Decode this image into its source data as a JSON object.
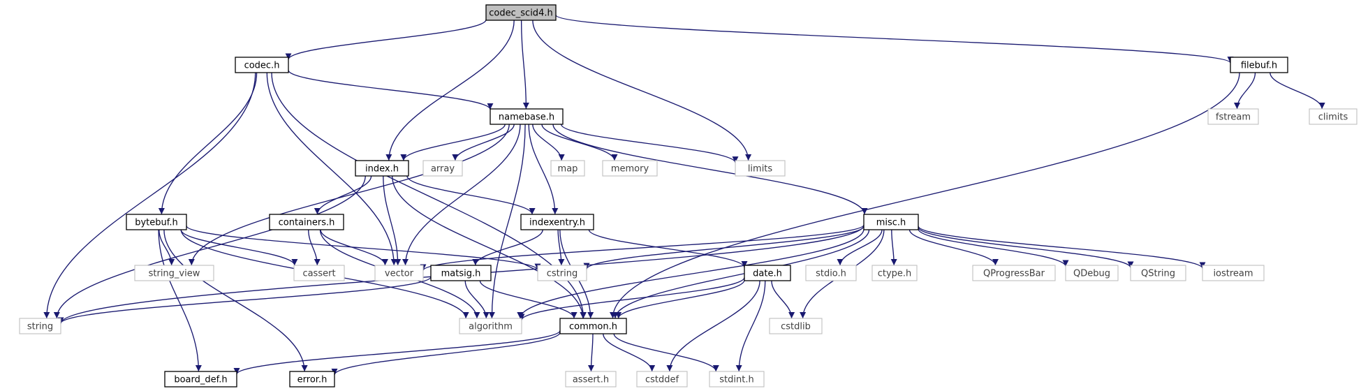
{
  "nodes": [
    {
      "id": "codec_scid4",
      "label": "codec_scid4.h",
      "kind": "root"
    },
    {
      "id": "codec",
      "label": "codec.h",
      "kind": "doc"
    },
    {
      "id": "filebuf",
      "label": "filebuf.h",
      "kind": "doc"
    },
    {
      "id": "namebase",
      "label": "namebase.h",
      "kind": "doc"
    },
    {
      "id": "fstream",
      "label": "fstream",
      "kind": "ext"
    },
    {
      "id": "climits",
      "label": "climits",
      "kind": "ext"
    },
    {
      "id": "index",
      "label": "index.h",
      "kind": "doc"
    },
    {
      "id": "array",
      "label": "array",
      "kind": "ext"
    },
    {
      "id": "map",
      "label": "map",
      "kind": "ext"
    },
    {
      "id": "memory",
      "label": "memory",
      "kind": "ext"
    },
    {
      "id": "limits",
      "label": "limits",
      "kind": "ext"
    },
    {
      "id": "bytebuf",
      "label": "bytebuf.h",
      "kind": "doc"
    },
    {
      "id": "containers",
      "label": "containers.h",
      "kind": "doc"
    },
    {
      "id": "indexentry",
      "label": "indexentry.h",
      "kind": "doc"
    },
    {
      "id": "misc",
      "label": "misc.h",
      "kind": "doc"
    },
    {
      "id": "string_view",
      "label": "string_view",
      "kind": "ext"
    },
    {
      "id": "cassert",
      "label": "cassert",
      "kind": "ext"
    },
    {
      "id": "vector",
      "label": "vector",
      "kind": "ext"
    },
    {
      "id": "matsig",
      "label": "matsig.h",
      "kind": "doc"
    },
    {
      "id": "cstring",
      "label": "cstring",
      "kind": "ext"
    },
    {
      "id": "date",
      "label": "date.h",
      "kind": "doc"
    },
    {
      "id": "stdio",
      "label": "stdio.h",
      "kind": "ext"
    },
    {
      "id": "ctype",
      "label": "ctype.h",
      "kind": "ext"
    },
    {
      "id": "qprogressbar",
      "label": "QProgressBar",
      "kind": "ext"
    },
    {
      "id": "qdebug",
      "label": "QDebug",
      "kind": "ext"
    },
    {
      "id": "qstring",
      "label": "QString",
      "kind": "ext"
    },
    {
      "id": "iostream",
      "label": "iostream",
      "kind": "ext"
    },
    {
      "id": "string",
      "label": "string",
      "kind": "ext"
    },
    {
      "id": "algorithm",
      "label": "algorithm",
      "kind": "ext"
    },
    {
      "id": "common",
      "label": "common.h",
      "kind": "doc"
    },
    {
      "id": "cstdlib",
      "label": "cstdlib",
      "kind": "ext"
    },
    {
      "id": "board_def",
      "label": "board_def.h",
      "kind": "doc"
    },
    {
      "id": "error",
      "label": "error.h",
      "kind": "doc"
    },
    {
      "id": "assert",
      "label": "assert.h",
      "kind": "ext"
    },
    {
      "id": "cstddef",
      "label": "cstddef",
      "kind": "ext"
    },
    {
      "id": "stdint",
      "label": "stdint.h",
      "kind": "ext"
    }
  ],
  "edges": [
    [
      "codec_scid4",
      "codec"
    ],
    [
      "codec_scid4",
      "index"
    ],
    [
      "codec_scid4",
      "namebase"
    ],
    [
      "codec_scid4",
      "limits"
    ],
    [
      "codec_scid4",
      "filebuf"
    ],
    [
      "filebuf",
      "fstream"
    ],
    [
      "filebuf",
      "climits"
    ],
    [
      "filebuf",
      "common"
    ],
    [
      "codec",
      "string"
    ],
    [
      "codec",
      "bytebuf"
    ],
    [
      "codec",
      "common"
    ],
    [
      "codec",
      "vector"
    ],
    [
      "codec",
      "namebase"
    ],
    [
      "namebase",
      "string_view"
    ],
    [
      "namebase",
      "index"
    ],
    [
      "namebase",
      "array"
    ],
    [
      "namebase",
      "vector"
    ],
    [
      "namebase",
      "indexentry"
    ],
    [
      "namebase",
      "map"
    ],
    [
      "namebase",
      "memory"
    ],
    [
      "namebase",
      "limits"
    ],
    [
      "namebase",
      "misc"
    ],
    [
      "namebase",
      "algorithm"
    ],
    [
      "index",
      "string"
    ],
    [
      "index",
      "containers"
    ],
    [
      "index",
      "vector"
    ],
    [
      "index",
      "indexentry"
    ],
    [
      "index",
      "common"
    ],
    [
      "bytebuf",
      "string_view"
    ],
    [
      "bytebuf",
      "cassert"
    ],
    [
      "bytebuf",
      "cstring"
    ],
    [
      "bytebuf",
      "board_def"
    ],
    [
      "bytebuf",
      "algorithm"
    ],
    [
      "bytebuf",
      "error"
    ],
    [
      "containers",
      "cassert"
    ],
    [
      "containers",
      "vector"
    ],
    [
      "containers",
      "algorithm"
    ],
    [
      "indexentry",
      "matsig"
    ],
    [
      "indexentry",
      "cstring"
    ],
    [
      "indexentry",
      "common"
    ],
    [
      "indexentry",
      "date"
    ],
    [
      "misc",
      "vector"
    ],
    [
      "misc",
      "cstring"
    ],
    [
      "misc",
      "string"
    ],
    [
      "misc",
      "algorithm"
    ],
    [
      "misc",
      "common"
    ],
    [
      "misc",
      "stdio"
    ],
    [
      "misc",
      "ctype"
    ],
    [
      "misc",
      "qprogressbar"
    ],
    [
      "misc",
      "qdebug"
    ],
    [
      "misc",
      "qstring"
    ],
    [
      "misc",
      "iostream"
    ],
    [
      "misc",
      "cstdlib"
    ],
    [
      "matsig",
      "string"
    ],
    [
      "matsig",
      "algorithm"
    ],
    [
      "matsig",
      "common"
    ],
    [
      "date",
      "algorithm"
    ],
    [
      "date",
      "common"
    ],
    [
      "date",
      "cstdlib"
    ],
    [
      "date",
      "cstddef"
    ],
    [
      "date",
      "stdint"
    ],
    [
      "common",
      "board_def"
    ],
    [
      "common",
      "error"
    ],
    [
      "common",
      "assert"
    ],
    [
      "common",
      "cstddef"
    ],
    [
      "common",
      "stdint"
    ]
  ],
  "colors": {
    "edge": "#191970",
    "doc_border": "#000000",
    "ext_border": "#bfbfbf",
    "root_fill": "#bfbfbf",
    "ext_text": "#404040"
  }
}
